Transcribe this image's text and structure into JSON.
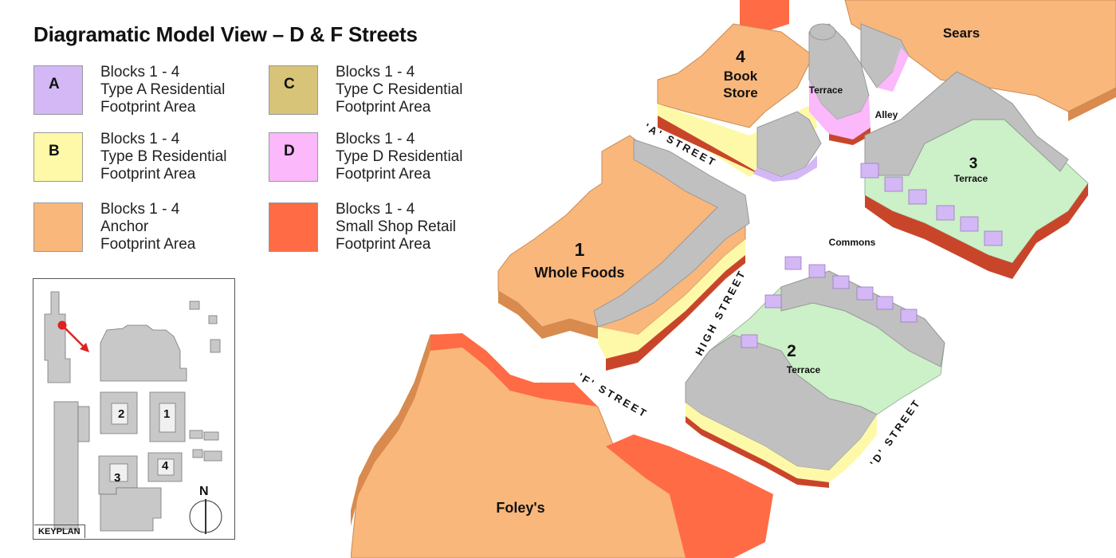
{
  "title": "Diagramatic Model View – D & F Streets",
  "legend": [
    {
      "letter": "A",
      "line1": "Blocks 1 - 4",
      "line2": "Type A Residential",
      "line3": "Footprint Area",
      "color": "#d3b8f5"
    },
    {
      "letter": "C",
      "line1": "Blocks 1 - 4",
      "line2": "Type C Residential",
      "line3": "Footprint Area",
      "color": "#d8c479"
    },
    {
      "letter": "B",
      "line1": "Blocks 1 - 4",
      "line2": "Type B Residential",
      "line3": "Footprint Area",
      "color": "#fdf9a8"
    },
    {
      "letter": "D",
      "line1": "Blocks 1 - 4",
      "line2": "Type D Residential",
      "line3": "Footprint Area",
      "color": "#fbb8fb"
    },
    {
      "letter": "",
      "line1": "Blocks 1 - 4",
      "line2": "Anchor",
      "line3": "Footprint Area",
      "color": "#f9b77c"
    },
    {
      "letter": "",
      "line1": "Blocks 1 - 4",
      "line2": "Small Shop Retail",
      "line3": "Footprint Area",
      "color": "#ff6b45"
    }
  ],
  "keyplan": {
    "label": "KEYPLAN",
    "north": "N",
    "blocks": [
      "1",
      "2",
      "3",
      "4"
    ]
  },
  "map": {
    "block4_number": "4",
    "block4_name_line1": "Book",
    "block4_name_line2": "Store",
    "terrace_4": "Terrace",
    "sears": "Sears",
    "alley": "Alley",
    "block3_number": "3",
    "terrace_3": "Terrace",
    "a_street": "'A' STREET",
    "block1_number": "1",
    "block1_name": "Whole Foods",
    "commons": "Commons",
    "high_street": "HIGH STREET",
    "block2_number": "2",
    "terrace_2": "Terrace",
    "f_street": "'F' STREET",
    "d_street": "'D' STREET",
    "foleys": "Foley's"
  },
  "colors": {
    "gray": "#c0c0c0",
    "gray_dark": "#8a8a8a",
    "green": "#ccf0c8",
    "anchor": "#f9b77c",
    "anchor_dark": "#d98a4e",
    "retail": "#ff6b45",
    "retail_dark": "#c9452a",
    "purple": "#d3b8f5",
    "pink": "#fbb8fb",
    "yellow": "#fdf9a8",
    "brick": "#c9452a"
  }
}
